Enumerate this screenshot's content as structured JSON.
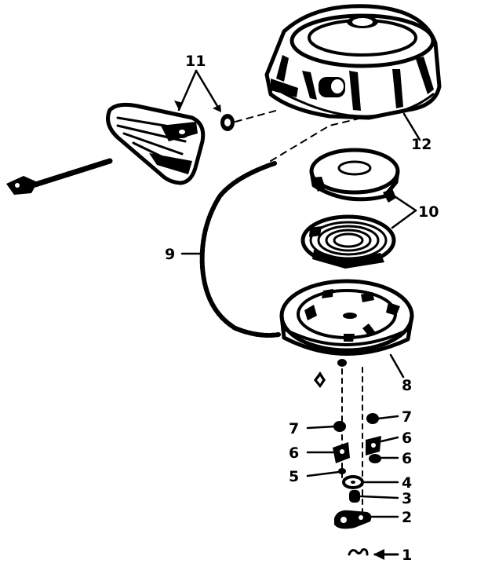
{
  "diagram": {
    "callouts": [
      {
        "id": "1",
        "text": "1"
      },
      {
        "id": "2",
        "text": "2"
      },
      {
        "id": "3",
        "text": "3"
      },
      {
        "id": "4",
        "text": "4"
      },
      {
        "id": "5",
        "text": "5"
      },
      {
        "id": "6a",
        "text": "6"
      },
      {
        "id": "6b",
        "text": "6"
      },
      {
        "id": "6c",
        "text": "6"
      },
      {
        "id": "7a",
        "text": "7"
      },
      {
        "id": "7b",
        "text": "7"
      },
      {
        "id": "8",
        "text": "8"
      },
      {
        "id": "9",
        "text": "9"
      },
      {
        "id": "10",
        "text": "10"
      },
      {
        "id": "11",
        "text": "11"
      },
      {
        "id": "12",
        "text": "12"
      }
    ]
  },
  "colors": {
    "ink": "#000000",
    "paper": "#ffffff"
  }
}
